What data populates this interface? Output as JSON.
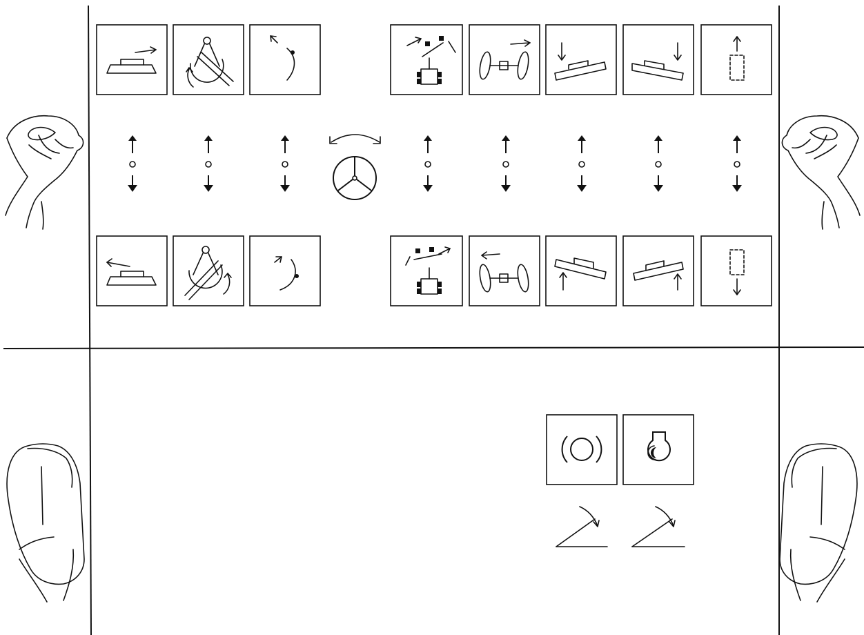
{
  "panel": {
    "top_row_controls": [
      {
        "id": "blade-shift-right",
        "icon": "blade-shift-right-icon"
      },
      {
        "id": "blade-pitch-forward",
        "icon": "blade-pitch-icon"
      },
      {
        "id": "circle-rotate-left",
        "icon": "circle-rotate-icon"
      },
      {
        "id": "frame-articulation-right",
        "icon": "articulation-icon"
      },
      {
        "id": "wheel-lean-right",
        "icon": "wheel-lean-icon"
      },
      {
        "id": "blade-lower-left",
        "icon": "blade-lift-icon"
      },
      {
        "id": "blade-lower-right",
        "icon": "blade-lift-icon"
      },
      {
        "id": "ripper-up",
        "icon": "attachment-icon"
      }
    ],
    "bottom_row_controls": [
      {
        "id": "blade-shift-left",
        "icon": "blade-shift-left-icon"
      },
      {
        "id": "blade-pitch-back",
        "icon": "blade-pitch-icon"
      },
      {
        "id": "circle-rotate-right",
        "icon": "circle-rotate-icon"
      },
      {
        "id": "frame-articulation-left",
        "icon": "articulation-icon"
      },
      {
        "id": "wheel-lean-left",
        "icon": "wheel-lean-icon"
      },
      {
        "id": "blade-raise-left",
        "icon": "blade-lift-icon"
      },
      {
        "id": "blade-raise-right",
        "icon": "blade-lift-icon"
      },
      {
        "id": "ripper-down",
        "icon": "attachment-icon"
      }
    ],
    "lever_count": 9,
    "steering_wheel": {
      "icon": "steering-wheel-icon"
    },
    "pedals": [
      {
        "id": "brake",
        "icon": "brake-icon"
      },
      {
        "id": "inching",
        "icon": "transmission-icon"
      }
    ],
    "operator": {
      "hands": [
        "left-hand-icon",
        "right-hand-icon"
      ],
      "feet": [
        "left-foot-icon",
        "right-foot-icon"
      ]
    }
  }
}
